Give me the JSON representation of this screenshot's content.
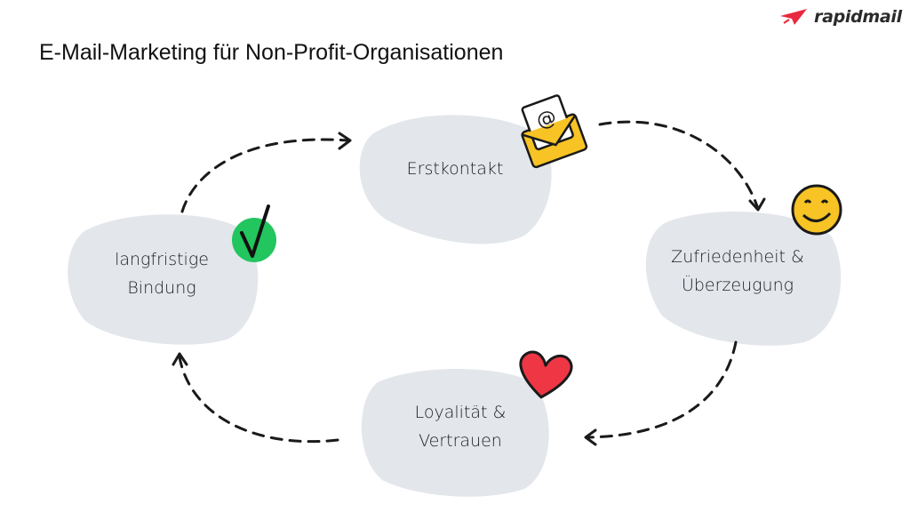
{
  "title": "E-Mail-Marketing für Non-Profit-Organisationen",
  "logo": {
    "text": "rapidmail",
    "color": "#e8283f"
  },
  "colors": {
    "blob": "#e3e6eb",
    "arrow": "#1a1a1a",
    "envelope": "#f7c325",
    "smiley": "#f7c325",
    "check": "#22c55e",
    "heart": "#ee3645"
  },
  "nodes": [
    {
      "id": "erstkontakt",
      "label": "Erstkontakt",
      "icon": "envelope-at-icon"
    },
    {
      "id": "zufriedenheit",
      "label_line1": "Zufriedenheit &",
      "label_line2": "Überzeugung",
      "icon": "smiley-icon"
    },
    {
      "id": "loyalitaet",
      "label_line1": "Loyalität &",
      "label_line2": "Vertrauen",
      "icon": "heart-icon"
    },
    {
      "id": "bindung",
      "label_line1": "langfristige",
      "label_line2": "Bindung",
      "icon": "checkmark-icon"
    }
  ]
}
